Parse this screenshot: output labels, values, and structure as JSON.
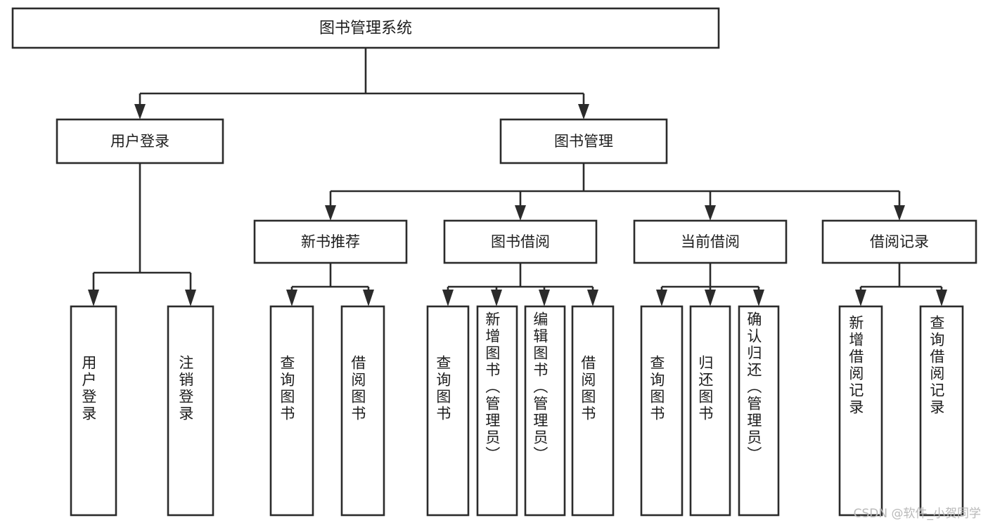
{
  "diagram": {
    "type": "tree-hierarchy",
    "title": "图书管理系统",
    "watermark": "CSDN @软件_小贺同学",
    "colors": {
      "background": "#ffffff",
      "stroke": "#2b2b2b",
      "text": "#1d1d1d",
      "watermark": "#b9b9b9"
    },
    "levels": [
      {
        "level": 1,
        "nodes": [
          {
            "id": "root",
            "label": "图书管理系统",
            "orientation": "horizontal"
          }
        ]
      },
      {
        "level": 2,
        "nodes": [
          {
            "id": "user-login",
            "label": "用户登录",
            "orientation": "horizontal",
            "parent": "root"
          },
          {
            "id": "book-manage",
            "label": "图书管理",
            "orientation": "horizontal",
            "parent": "root"
          }
        ]
      },
      {
        "level": 3,
        "nodes": [
          {
            "id": "new-book-rec",
            "label": "新书推荐",
            "orientation": "horizontal",
            "parent": "book-manage"
          },
          {
            "id": "book-borrow",
            "label": "图书借阅",
            "orientation": "horizontal",
            "parent": "book-manage"
          },
          {
            "id": "current-borrow",
            "label": "当前借阅",
            "orientation": "horizontal",
            "parent": "book-manage"
          },
          {
            "id": "borrow-record",
            "label": "借阅记录",
            "orientation": "horizontal",
            "parent": "book-manage"
          }
        ]
      },
      {
        "level": 4,
        "nodes": [
          {
            "id": "leaf-user-login",
            "label": "用户登录",
            "orientation": "vertical",
            "parent": "user-login"
          },
          {
            "id": "leaf-logout",
            "label": "注销登录",
            "orientation": "vertical",
            "parent": "user-login"
          },
          {
            "id": "leaf-query-book-1",
            "label": "查询图书",
            "orientation": "vertical",
            "parent": "new-book-rec"
          },
          {
            "id": "leaf-borrow-book-1",
            "label": "借阅图书",
            "orientation": "vertical",
            "parent": "new-book-rec"
          },
          {
            "id": "leaf-query-book-2",
            "label": "查询图书",
            "orientation": "vertical",
            "parent": "book-borrow"
          },
          {
            "id": "leaf-add-book",
            "label": "新增图书（管理员）",
            "orientation": "vertical",
            "parent": "book-borrow"
          },
          {
            "id": "leaf-edit-book",
            "label": "编辑图书（管理员）",
            "orientation": "vertical",
            "parent": "book-borrow"
          },
          {
            "id": "leaf-borrow-book-2",
            "label": "借阅图书",
            "orientation": "vertical",
            "parent": "book-borrow"
          },
          {
            "id": "leaf-query-book-3",
            "label": "查询图书",
            "orientation": "vertical",
            "parent": "current-borrow"
          },
          {
            "id": "leaf-return-book",
            "label": "归还图书",
            "orientation": "vertical",
            "parent": "current-borrow"
          },
          {
            "id": "leaf-confirm-return",
            "label": "确认归还（管理员）",
            "orientation": "vertical",
            "parent": "current-borrow"
          },
          {
            "id": "leaf-add-record",
            "label": "新增借阅记录",
            "orientation": "vertical",
            "parent": "borrow-record"
          },
          {
            "id": "leaf-query-record",
            "label": "查询借阅记录",
            "orientation": "vertical",
            "parent": "borrow-record"
          }
        ]
      }
    ]
  }
}
